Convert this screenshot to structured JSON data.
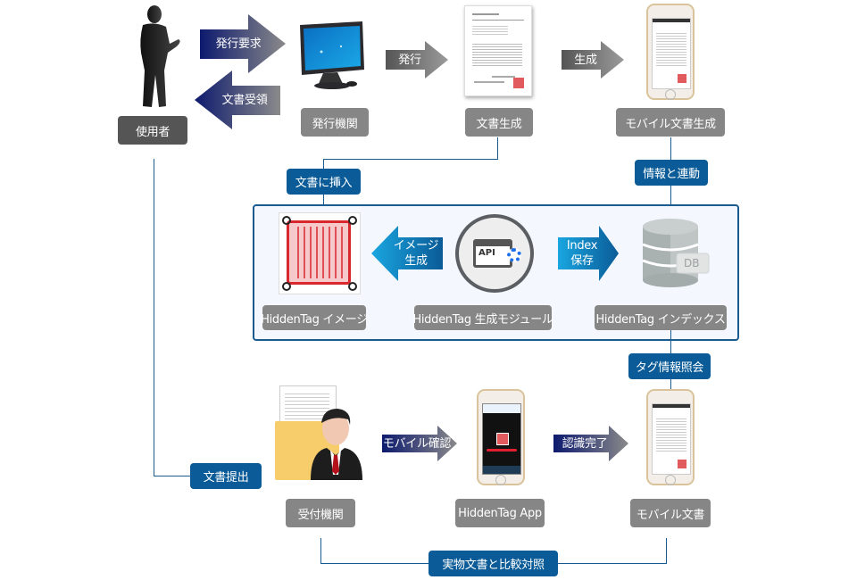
{
  "top_row": {
    "user_label": "使用者",
    "issuer_label": "発行機関",
    "doc_gen_label": "文書生成",
    "mobile_doc_gen_label": "モバイル文書生成",
    "arrow_request": "発行要求",
    "arrow_receive": "文書受領",
    "arrow_issue": "発行",
    "arrow_generate": "生成"
  },
  "connectors": {
    "insert_doc": "文書に挿入",
    "link_info": "情報と連動",
    "tag_query": "タグ情報照会",
    "submit_doc": "文書提出",
    "compare_physical": "実物文書と比較対照"
  },
  "module_panel": {
    "image_label": "HiddenTag イメージ",
    "module_label": "HiddenTag 生成モジュール",
    "index_label": "HiddenTag インデックス",
    "arrow_image_line1": "イメージ",
    "arrow_image_line2": "生成",
    "arrow_index_line1": "Index",
    "arrow_index_line2": "保存",
    "api_text": "API",
    "db_text": "DB"
  },
  "bottom_row": {
    "receiver_label": "受付機関",
    "app_label": "HiddenTag App",
    "mobile_doc_label": "モバイル文書",
    "arrow_mobile_check": "モバイル確認",
    "arrow_recognized": "認識完了"
  },
  "colors": {
    "tag_blue": "#0a5b97",
    "label_gray": "#868686",
    "user_dark": "#555555",
    "line_blue": "#1a5b8f",
    "arrow_navy": "#0d1a6e",
    "arrow_cyan": "#1a9ad6",
    "gear_blue": "#1e6fe8",
    "seal_red": "#d9272e"
  }
}
